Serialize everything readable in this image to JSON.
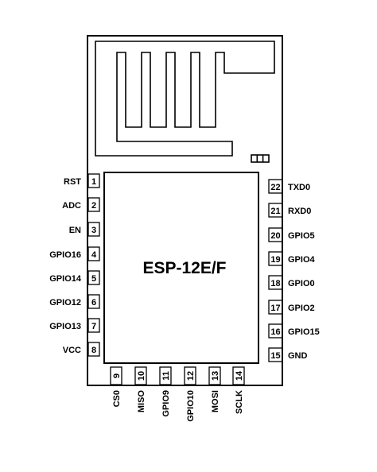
{
  "module": {
    "title": "ESP-12E/F"
  },
  "left_pins": [
    {
      "num": "1",
      "label": "RST"
    },
    {
      "num": "2",
      "label": "ADC"
    },
    {
      "num": "3",
      "label": "EN"
    },
    {
      "num": "4",
      "label": "GPIO16"
    },
    {
      "num": "5",
      "label": "GPIO14"
    },
    {
      "num": "6",
      "label": "GPIO12"
    },
    {
      "num": "7",
      "label": "GPIO13"
    },
    {
      "num": "8",
      "label": "VCC"
    }
  ],
  "right_pins": [
    {
      "num": "22",
      "label": "TXD0"
    },
    {
      "num": "21",
      "label": "RXD0"
    },
    {
      "num": "20",
      "label": "GPIO5"
    },
    {
      "num": "19",
      "label": "GPIO4"
    },
    {
      "num": "18",
      "label": "GPIO0"
    },
    {
      "num": "17",
      "label": "GPIO2"
    },
    {
      "num": "16",
      "label": "GPIO15"
    },
    {
      "num": "15",
      "label": "GND"
    }
  ],
  "bottom_pins": [
    {
      "num": "9",
      "label": "CS0"
    },
    {
      "num": "10",
      "label": "MISO"
    },
    {
      "num": "11",
      "label": "GPIO9"
    },
    {
      "num": "12",
      "label": "GPIO10"
    },
    {
      "num": "13",
      "label": "MOSI"
    },
    {
      "num": "14",
      "label": "SCLK"
    }
  ],
  "colors": {
    "stroke": "#000000",
    "background": "#ffffff"
  }
}
